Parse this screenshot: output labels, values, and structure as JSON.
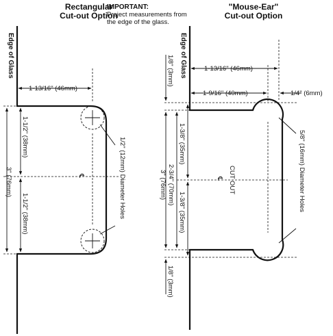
{
  "left": {
    "title_line1": "Rectangular",
    "title_line2": "Cut-out Option",
    "edge_label": "Edge of Glass",
    "offset": "1-13/16\" (46mm)",
    "half_upper": "1-1/2\" (38mm)",
    "half_lower": "1-1/2\" (38mm)",
    "total": "3\" (76mm)",
    "holes": "1/2\" (12mm) Diameter Holes",
    "centerline": "℄"
  },
  "note": {
    "heading": "IMPORTANT:",
    "line1": "Project measurements from",
    "line2": "the edge of the glass."
  },
  "right": {
    "title_line1": "\"Mouse-Ear\"",
    "title_line2": "Cut-out Option",
    "edge_label": "Edge of Glass",
    "top_gap": "1/8\" (3mm)",
    "offset_center": "1-13/16\" (46mm)",
    "offset_edge": "1-9/16\" (40mm)",
    "ear_offset": "1/4\" (6mm)",
    "upper_half": "1-3/8\" (35mm)",
    "lower_half": "1-3/8\" (35mm)",
    "inner_total": "2-3/4\" (70mm)",
    "total": "3\" (76mm)",
    "bottom_gap": "1/8\" (3mm)",
    "holes": "5/8\" (16mm) Diameter Holes",
    "cut_out": "CUT OUT",
    "centerline": "℄"
  }
}
